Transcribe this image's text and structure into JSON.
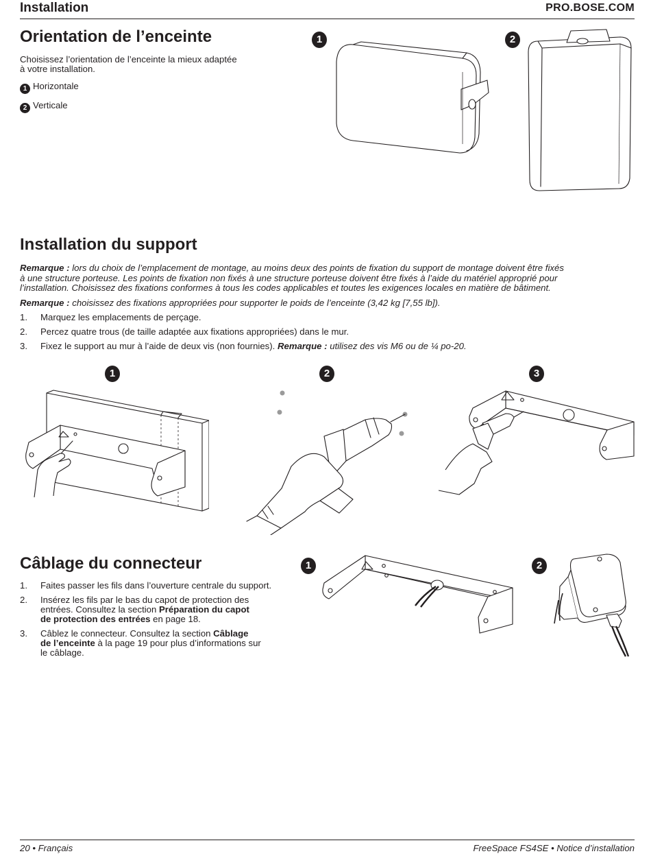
{
  "header": {
    "section": "Installation",
    "site": "PRO.BOSE.COM"
  },
  "orientation": {
    "title": "Orientation de l’enceinte",
    "intro_line1": "Choisissez l’orientation de l’enceinte la mieux adaptée",
    "intro_line2": "à votre installation.",
    "options": [
      {
        "num": "1",
        "label": "Horizontale"
      },
      {
        "num": "2",
        "label": "Verticale"
      }
    ],
    "figures": [
      {
        "num": "1"
      },
      {
        "num": "2"
      }
    ]
  },
  "bracket": {
    "title": "Installation du support",
    "note1_label": "Remarque :",
    "note1_lines": [
      "lors du choix de l’emplacement de montage, au moins deux des points de fixation du support de montage doivent être fixés",
      "à une structure porteuse. Les points de fixation non fixés à une structure porteuse doivent être fixés à l’aide du matériel approprié pour",
      "l’installation. Choisissez des fixations conformes à tous les codes applicables et toutes les exigences locales en matière de bâtiment."
    ],
    "note2_label": "Remarque :",
    "note2_text": "choisissez des fixations appropriées pour supporter le poids de l’enceinte (3,42 kg [7,55 lb]).",
    "steps": [
      {
        "num": "1.",
        "text": "Marquez les emplacements de perçage."
      },
      {
        "num": "2.",
        "text": "Percez quatre trous (de taille adaptée aux fixations appropriées) dans le mur."
      },
      {
        "num": "3.",
        "text": "Fixez le support au mur à l’aide de deux vis (non fournies).",
        "note_label": "Remarque :",
        "note_text": "utilisez des vis M6 ou de ¼ po-20."
      }
    ],
    "figures": [
      {
        "num": "1"
      },
      {
        "num": "2"
      },
      {
        "num": "3"
      }
    ]
  },
  "wiring": {
    "title": "Câblage du connecteur",
    "step1": {
      "num": "1.",
      "text": "Faites passer les fils dans l’ouverture centrale du support."
    },
    "step2": {
      "num": "2.",
      "line1": "Insérez les fils par le bas du capot de protection des",
      "line2a": "entrées. Consultez la section ",
      "line2b": "Préparation du capot",
      "line3a": "de protection des entrées",
      "line3b": " en page 18."
    },
    "step3": {
      "num": "3.",
      "line1a": "Câblez le connecteur. Consultez la section ",
      "line1b": "Câblage",
      "line2a": "de l’enceinte",
      "line2b": " à la page 19 pour plus d’informations sur",
      "line3": "le câblage."
    },
    "figures": [
      {
        "num": "1"
      },
      {
        "num": "2"
      }
    ]
  },
  "footer": {
    "left": "20 • Français",
    "right": "FreeSpace FS4SE • Notice d’installation"
  }
}
